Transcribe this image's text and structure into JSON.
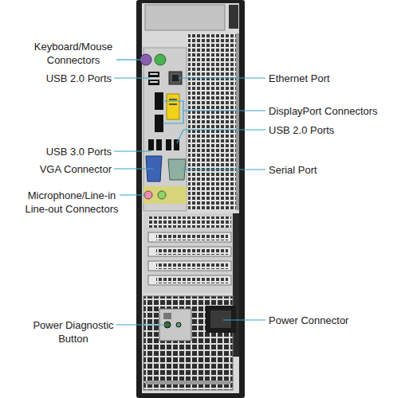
{
  "diagram": {
    "labels": [
      "Keyboard/Mouse Connectors",
      "USB 2.0 Ports",
      "USB 3.0 Ports",
      "VGA Connector",
      "Microphone/Line-in Line-out Connectors",
      "Power Diagnostic Button",
      "Ethernet Port",
      "DisplayPort Connectors",
      "USB 2.0 Ports",
      "Serial Port",
      "Power Connector"
    ]
  }
}
